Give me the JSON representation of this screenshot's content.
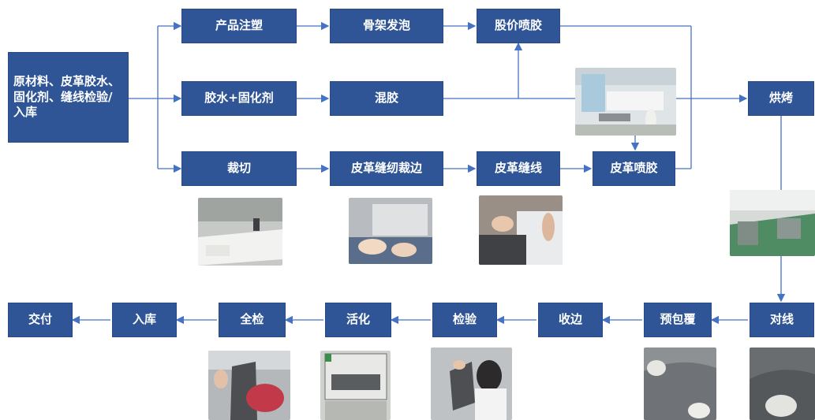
{
  "colors": {
    "box": "#2f5597",
    "line": "#4472c4",
    "text": "#ffffff"
  },
  "nodes": {
    "raw_material": "原材料、皮革胶水、固化剂、缝线检验/入库",
    "injection": "产品注塑",
    "foaming": "骨架发泡",
    "spray_glue_frame": "股价喷胶",
    "glue_hardener": "胶水+固化剂",
    "mix_glue": "混胶",
    "cutting": "裁切",
    "leather_trim": "皮革缝纫裁边",
    "leather_sew": "皮革缝线",
    "leather_spray": "皮革喷胶",
    "bake": "烘烤",
    "align": "对线",
    "prewrap": "预包覆",
    "edge": "收边",
    "inspect": "检验",
    "activate": "活化",
    "full_inspect": "全检",
    "warehouse": "入库",
    "deliver": "交付"
  }
}
